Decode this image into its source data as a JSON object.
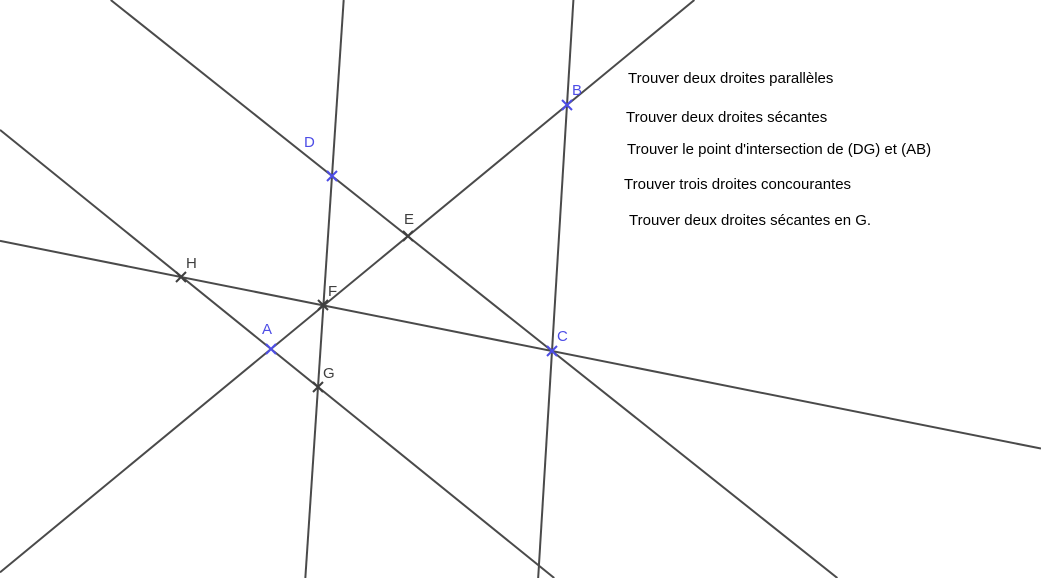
{
  "colors": {
    "line": "#4a4a4a",
    "free_point": "#4d4de6",
    "constructed_point": "#3f3f3f",
    "text": "#000000"
  },
  "points": {
    "A": {
      "label": "A",
      "kind": "free"
    },
    "B": {
      "label": "B",
      "kind": "free"
    },
    "C": {
      "label": "C",
      "kind": "free"
    },
    "D": {
      "label": "D",
      "kind": "free"
    },
    "E": {
      "label": "E",
      "kind": "constructed"
    },
    "F": {
      "label": "F",
      "kind": "constructed"
    },
    "G": {
      "label": "G",
      "kind": "constructed"
    },
    "H": {
      "label": "H",
      "kind": "constructed"
    }
  },
  "lines": [
    {
      "name": "line-ab",
      "through": [
        "A",
        "B"
      ]
    },
    {
      "name": "line-bc",
      "through": [
        "B",
        "C"
      ]
    },
    {
      "name": "line-dc",
      "through": [
        "D",
        "C"
      ]
    },
    {
      "name": "line-dg",
      "through": [
        "D",
        "G"
      ]
    },
    {
      "name": "line-hc",
      "through": [
        "H",
        "C"
      ]
    },
    {
      "name": "line-ag",
      "through": [
        "A",
        "G"
      ]
    }
  ],
  "instructions": [
    "Trouver deux droites parallèles",
    "Trouver deux droites sécantes",
    "Trouver le point d'intersection de (DG) et (AB)",
    "Trouver trois droites concourantes",
    "Trouver deux droites sécantes en G."
  ]
}
